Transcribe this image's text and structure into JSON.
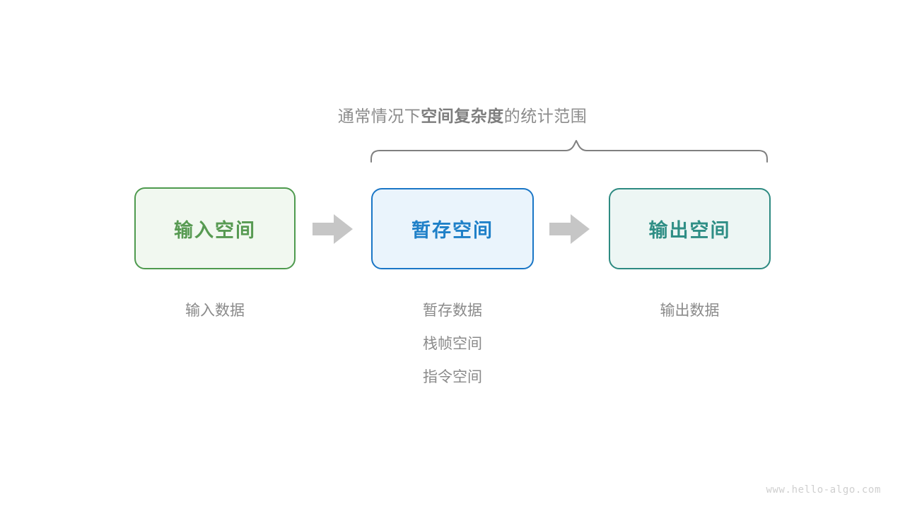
{
  "diagram": {
    "brace_caption": {
      "prefix": "通常情况下",
      "emphasis": "空间复杂度",
      "suffix": "的统计范围"
    },
    "brace": {
      "icon": "curly-brace-up-icon",
      "color": "#808080"
    },
    "stages": [
      {
        "key": "input",
        "box_label": "输入空间",
        "box_text_color": "#579a52",
        "box_fill_color": "#f1f8f0",
        "box_border_color": "#4e9a4e",
        "captions": [
          "输入数据"
        ]
      },
      {
        "key": "temp",
        "box_label": "暂存空间",
        "box_text_color": "#1f80c8",
        "box_fill_color": "#eaf4fc",
        "box_border_color": "#1a76c6",
        "captions": [
          "暂存数据",
          "栈帧空间",
          "指令空间"
        ]
      },
      {
        "key": "output",
        "box_label": "输出空间",
        "box_text_color": "#2f8e85",
        "box_fill_color": "#edf6f4",
        "box_border_color": "#2d8a81",
        "captions": [
          "输出数据"
        ]
      }
    ],
    "arrows": [
      {
        "icon": "arrow-right-icon",
        "color": "#c6c6c6"
      },
      {
        "icon": "arrow-right-icon",
        "color": "#c6c6c6"
      }
    ],
    "caption_text_color": "#8a8a8a",
    "watermark": "www.hello-algo.com"
  }
}
